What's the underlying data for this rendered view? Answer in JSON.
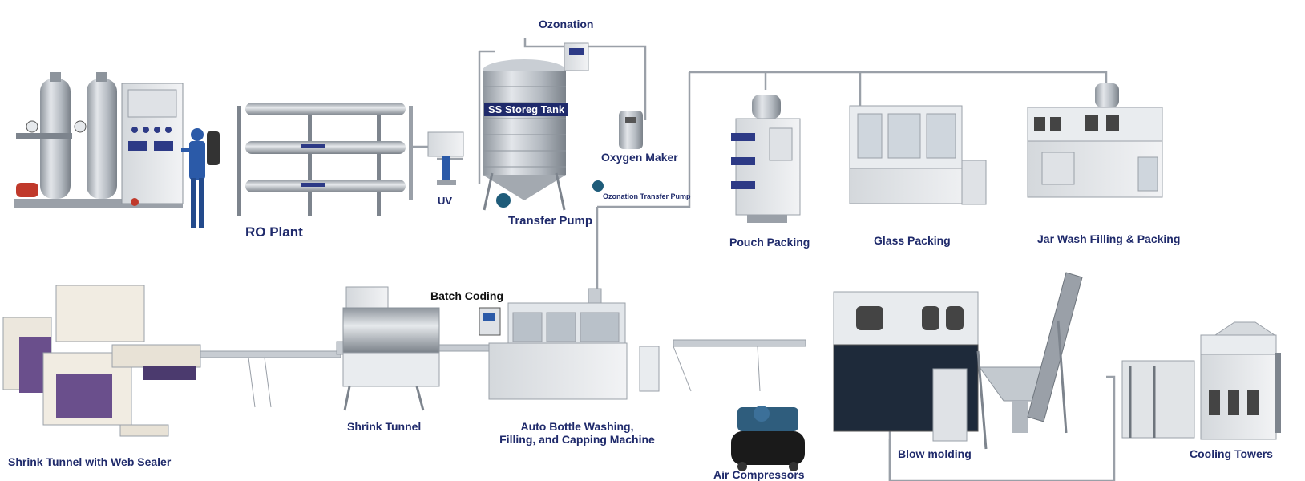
{
  "labels": {
    "ozonation": "Ozonation",
    "ss_tank": "SS Storeg Tank",
    "oxygen_maker": "Oxygen Maker",
    "ozonation_pump": "Ozonation Transfer Pump",
    "uv": "UV",
    "transfer_pump": "Transfer Pump",
    "ro_plant": "RO Plant",
    "pouch_packing": "Pouch Packing",
    "glass_packing": "Glass Packing",
    "jar_wash": "Jar Wash Filling & Packing",
    "batch_coding": "Batch Coding",
    "shrink_tunnel": "Shrink Tunnel",
    "shrink_web": "Shrink Tunnel with Web Sealer",
    "auto_bottle_1": "Auto Bottle Washing,",
    "auto_bottle_2": "Filling, and Capping Machine",
    "air_compressors": "Air Compressors",
    "blow_molding": "Blow molding",
    "cooling_towers": "Cooling Towers"
  },
  "colors": {
    "label": "#1f2a6b",
    "pipe": "#9aa0a8",
    "steel": "#b8bec6",
    "steel_dark": "#7d848d",
    "machine_white": "#eef0f2",
    "panel_blue": "#2d3a86",
    "purple": "#6a4f8c"
  }
}
